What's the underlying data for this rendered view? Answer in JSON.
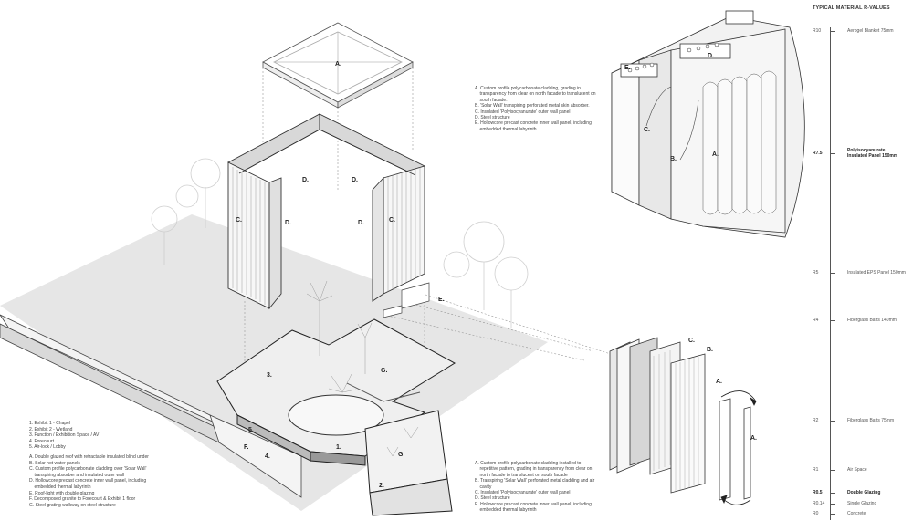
{
  "labels": {
    "roof": "A.",
    "walls": [
      "D.",
      "D.",
      "D.",
      "D."
    ],
    "cladding": [
      "C.",
      "C."
    ],
    "ramp_e": "E.",
    "floor": [
      "1.",
      "2.",
      "3.",
      "4.",
      "5.",
      "F.",
      "G.",
      "G."
    ],
    "detail_top": [
      "E.",
      "D.",
      "C.",
      "B.",
      "A."
    ],
    "detail_bottom": [
      "C.",
      "B.",
      "A.",
      "A."
    ]
  },
  "notes_top": [
    "A. Custom profile polycarbonate cladding, grading in",
    "    transparency from clear on north facade to translucent on",
    "    south facade.",
    "B. 'Solar Wall' transpiring perforated metal skin absorber.",
    "C. Insulated 'Polyisocyanurate' outer wall panel",
    "D. Steel structure",
    "E. Hollowcore precast concrete inner wall panel, including",
    "    embedded thermal labyrinth"
  ],
  "notes_bottom": [
    "A. Custom profile polycarbonate cladding installed to",
    "    repetitive pattern, grading in transparency from clear on",
    "    north facade to translucent on south facade",
    "B. Transpiring 'Solar Wall' perforated metal cladding and air",
    "    cavity",
    "C. Insulated 'Polyisocyanurate' outer wall panel",
    "D. Steel structure",
    "E. Hollowcore precast concrete inner wall panel, including",
    "    embedded thermal labyrinth"
  ],
  "legend": [
    "1. Exhibit 1 - Chapel",
    "2. Exhibit 2 - Wetland",
    "3. Function / Exhibition Space / AV",
    "4. Forecourt",
    "5. Air-lock / Lobby",
    "",
    "A. Double glazed roof with retractable insulated blind under",
    "B. Solar hot water panels",
    "C. Custom profile polycarbonate cladding over 'Solar Wall'",
    "    transpiring absorber and insulated outer wall",
    "D. Hollowcore precast concrete inner wall panel, including",
    "    embedded thermal labyrinth",
    "E. Roof-light with double glazing",
    "F. Decomposed granite to Forecourt & Exhibit 1 floor",
    "G. Steel grating walkway on steel structure"
  ],
  "rvalues": {
    "title": "TYPICAL MATERIAL R-VALUES",
    "rows": [
      {
        "value": "R10",
        "material": "Aerogel Blanket 75mm",
        "bold": false
      },
      {
        "value": "R7.5",
        "material": "Polyisocyanurate\nInsulated Panel 150mm",
        "bold": true
      },
      {
        "value": "R5",
        "material": "Insulated EPS Panel 150mm",
        "bold": false
      },
      {
        "value": "R4",
        "material": "Fiberglass Batts 140mm",
        "bold": false
      },
      {
        "value": "R2",
        "material": "Fiberglass Batts 75mm",
        "bold": false
      },
      {
        "value": "R1",
        "material": "Air Space",
        "bold": false
      },
      {
        "value": "R0.5",
        "material": "Double Glazing",
        "bold": true
      },
      {
        "value": "R0.14",
        "material": "Single Glazing",
        "bold": false
      },
      {
        "value": "R0",
        "material": "Concrete",
        "bold": false
      }
    ]
  }
}
